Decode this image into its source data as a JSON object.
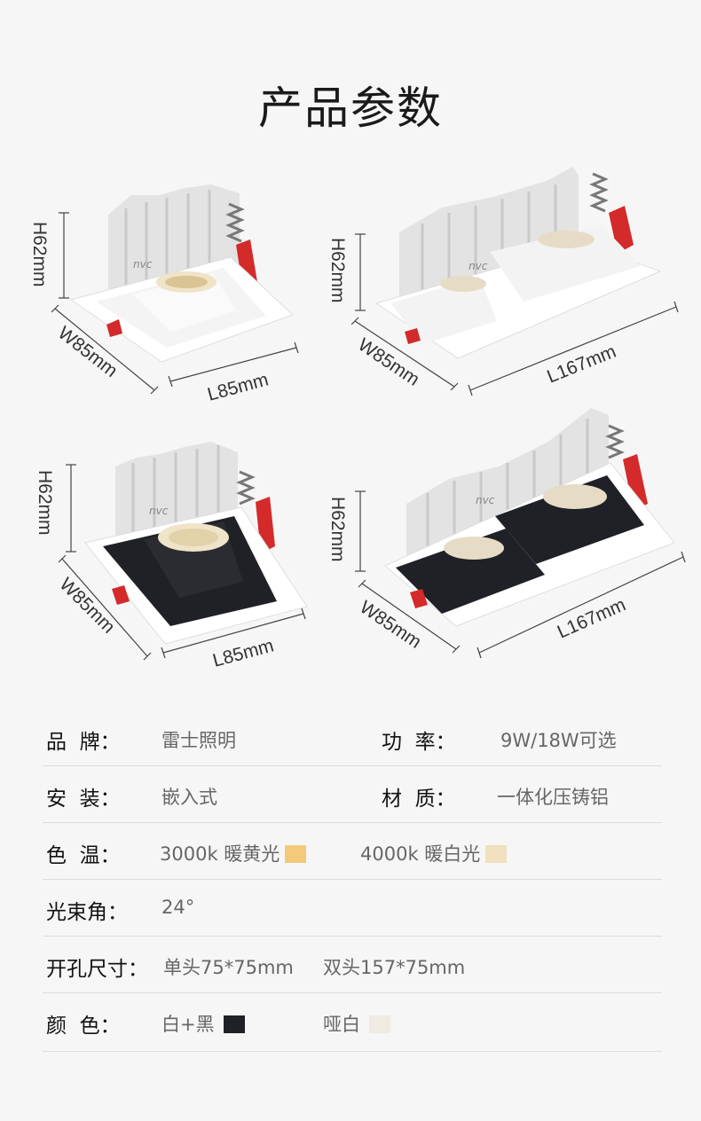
{
  "title": "产品参数",
  "products": [
    {
      "h": "H62mm",
      "w": "W85mm",
      "l": "L85mm"
    },
    {
      "h": "H62mm",
      "w": "W85mm",
      "l": "L167mm"
    },
    {
      "h": "H62mm",
      "w": "W85mm",
      "l": "L85mm"
    },
    {
      "h": "H62mm",
      "w": "W85mm",
      "l": "L167mm"
    }
  ],
  "brand_logo": "nvc",
  "specs": {
    "brand": {
      "label": "品  牌：",
      "value": "雷士照明"
    },
    "power": {
      "label": "功  率：",
      "value": "9W/18W可选"
    },
    "install": {
      "label": "安  装：",
      "value": "嵌入式"
    },
    "material": {
      "label": "材  质：",
      "value": "一体化压铸铝"
    },
    "color_temp": {
      "label": "色  温：",
      "option1": "3000k 暖黄光",
      "option2": "4000k 暖白光"
    },
    "beam_angle": {
      "label": "光束角：",
      "value": "24°"
    },
    "cutout": {
      "label": "开孔尺寸：",
      "single": "单头75*75mm",
      "double": "双头157*75mm"
    },
    "color": {
      "label": "颜  色：",
      "option1": "白+黑",
      "option2": "哑白"
    }
  },
  "swatch_colors": {
    "warm_yellow": "#f3c97a",
    "warm_white": "#f1dfbd",
    "black": "#1f2126",
    "matte_white": "#efebe2"
  },
  "accent_red": "#d42a2a"
}
